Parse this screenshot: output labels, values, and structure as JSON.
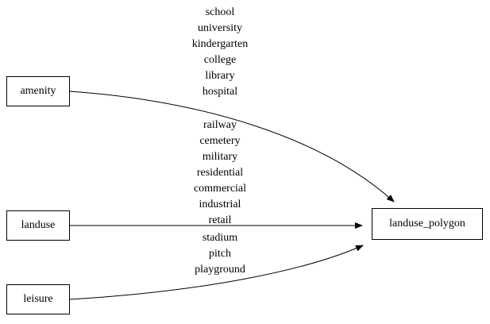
{
  "diagram": {
    "nodes": [
      {
        "id": "amenity",
        "label": "amenity"
      },
      {
        "id": "landuse",
        "label": "landuse"
      },
      {
        "id": "leisure",
        "label": "leisure"
      },
      {
        "id": "landuse_polygon",
        "label": "landuse_polygon"
      }
    ],
    "edges": [
      {
        "from": "amenity",
        "to": "landuse_polygon",
        "labels": [
          "school",
          "university",
          "kindergarten",
          "college",
          "library",
          "hospital"
        ]
      },
      {
        "from": "landuse",
        "to": "landuse_polygon",
        "labels": [
          "railway",
          "cemetery",
          "military",
          "residential",
          "commercial",
          "industrial",
          "retail"
        ]
      },
      {
        "from": "leisure",
        "to": "landuse_polygon",
        "labels": [
          "stadium",
          "pitch",
          "playground"
        ]
      }
    ],
    "colors": {
      "edge": "#000000",
      "node_border": "#000000",
      "background": "#ffffff",
      "text": "#000000"
    }
  }
}
